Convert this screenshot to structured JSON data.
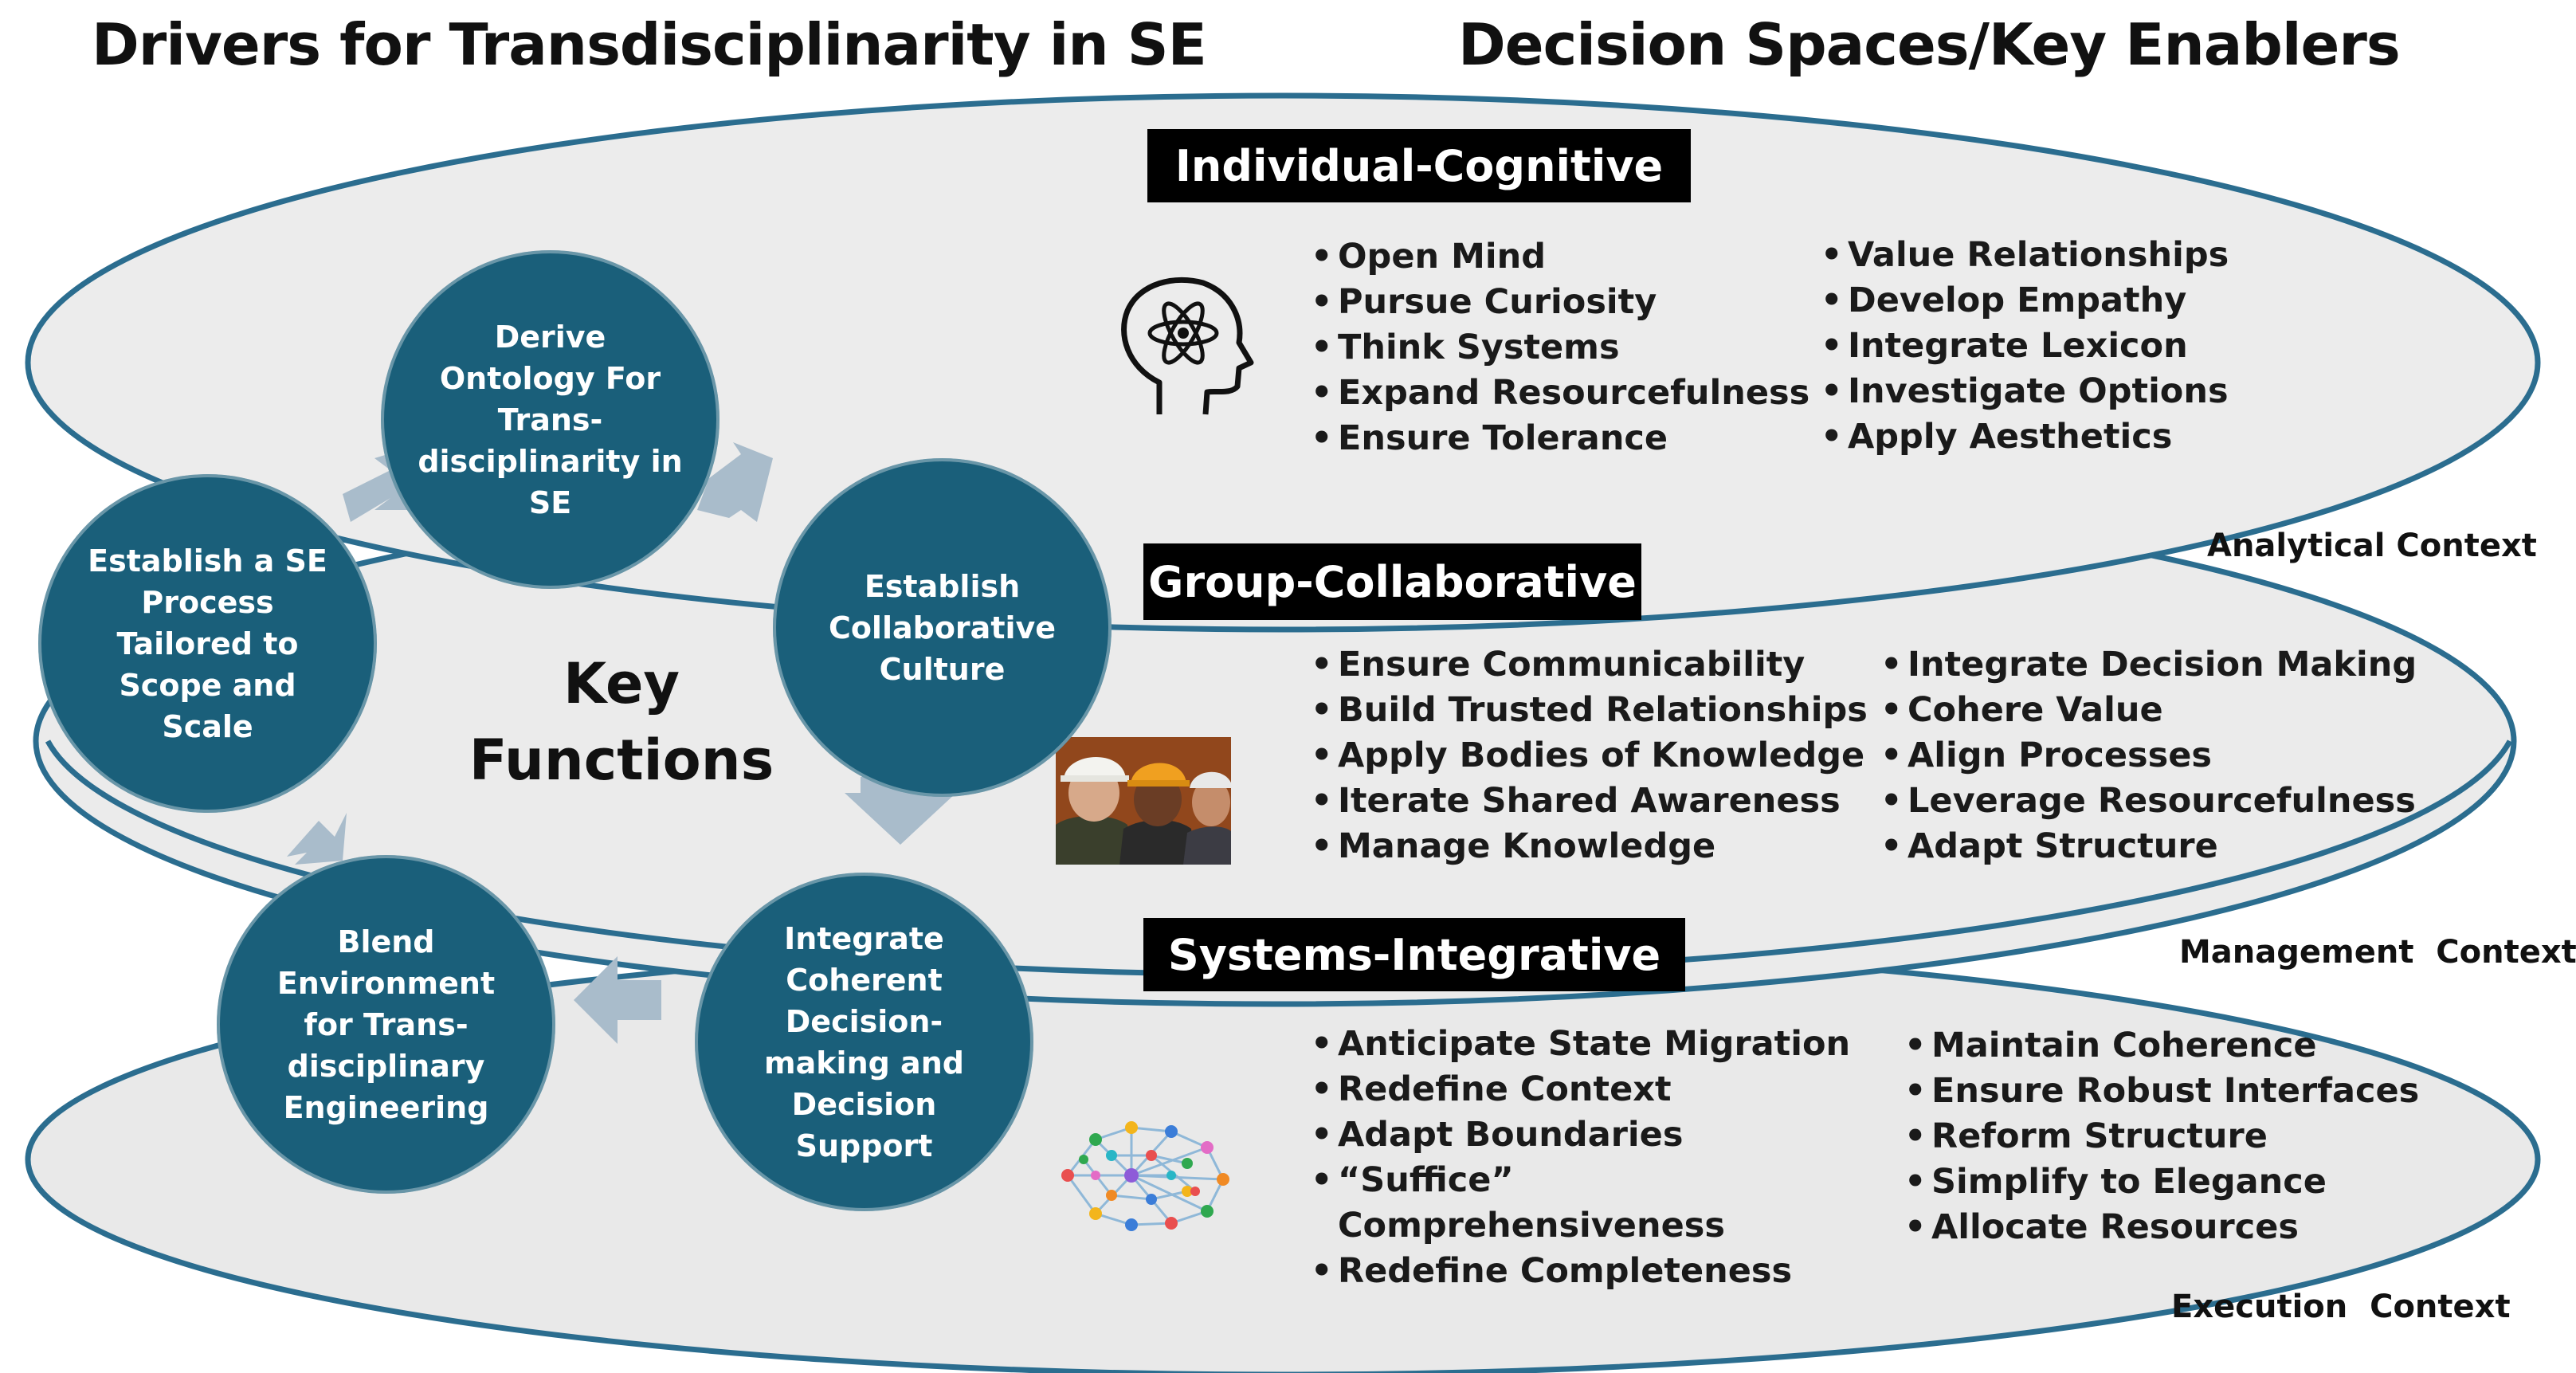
{
  "header": {
    "left_title": "Drivers for Transdisciplinarity in SE",
    "right_title": "Decision Spaces/Key Enablers"
  },
  "layers": [
    {
      "title": "Individual-Cognitive",
      "icon": "head-atom-icon",
      "left_items": [
        "Open Mind",
        "Pursue Curiosity",
        "Think Systems",
        "Expand Resourcefulness",
        "Ensure Tolerance"
      ],
      "right_items": [
        "Value Relationships",
        "Develop Empathy",
        "Integrate Lexicon",
        "Investigate Options",
        "Apply Aesthetics"
      ],
      "context": "Analytical Context"
    },
    {
      "title": "Group-Collaborative",
      "icon": "engineers-photo",
      "left_items": [
        "Ensure Communicability",
        "Build Trusted Relationships",
        "Apply Bodies of Knowledge",
        "Iterate Shared Awareness",
        "Manage Knowledge"
      ],
      "right_items": [
        "Integrate Decision Making",
        "Cohere Value",
        "Align Processes",
        "Leverage Resourcefulness",
        "Adapt Structure"
      ],
      "context": "Management  Context"
    },
    {
      "title": "Systems-Integrative",
      "icon": "network-brain-icon",
      "left_items": [
        "Anticipate State Migration",
        "Redefine Context",
        "Adapt Boundaries",
        "“Suffice” Comprehensiveness",
        "Redefine Completeness"
      ],
      "right_items": [
        "Maintain Coherence",
        "Ensure Robust Interfaces",
        "Reform Structure",
        "Simplify to Elegance",
        "Allocate Resources"
      ],
      "context": "Execution  Context"
    }
  ],
  "key_functions": {
    "center_label": "Key Functions",
    "items": [
      "Derive Ontology For Trans-disciplinarity in SE",
      "Establish Collaborative Culture",
      "Integrate Coherent Decision-making and Decision Support",
      "Blend Environment for Trans-disciplinary Engineering",
      "Establish a SE Process Tailored to Scope and Scale"
    ]
  },
  "colors": {
    "circle_fill": "#1a5f7a",
    "ellipse_stroke": "#2b6d8f",
    "ellipse_fill": "#e9e9e9",
    "title_bg": "#000000",
    "arrow": "#a9bccb"
  }
}
